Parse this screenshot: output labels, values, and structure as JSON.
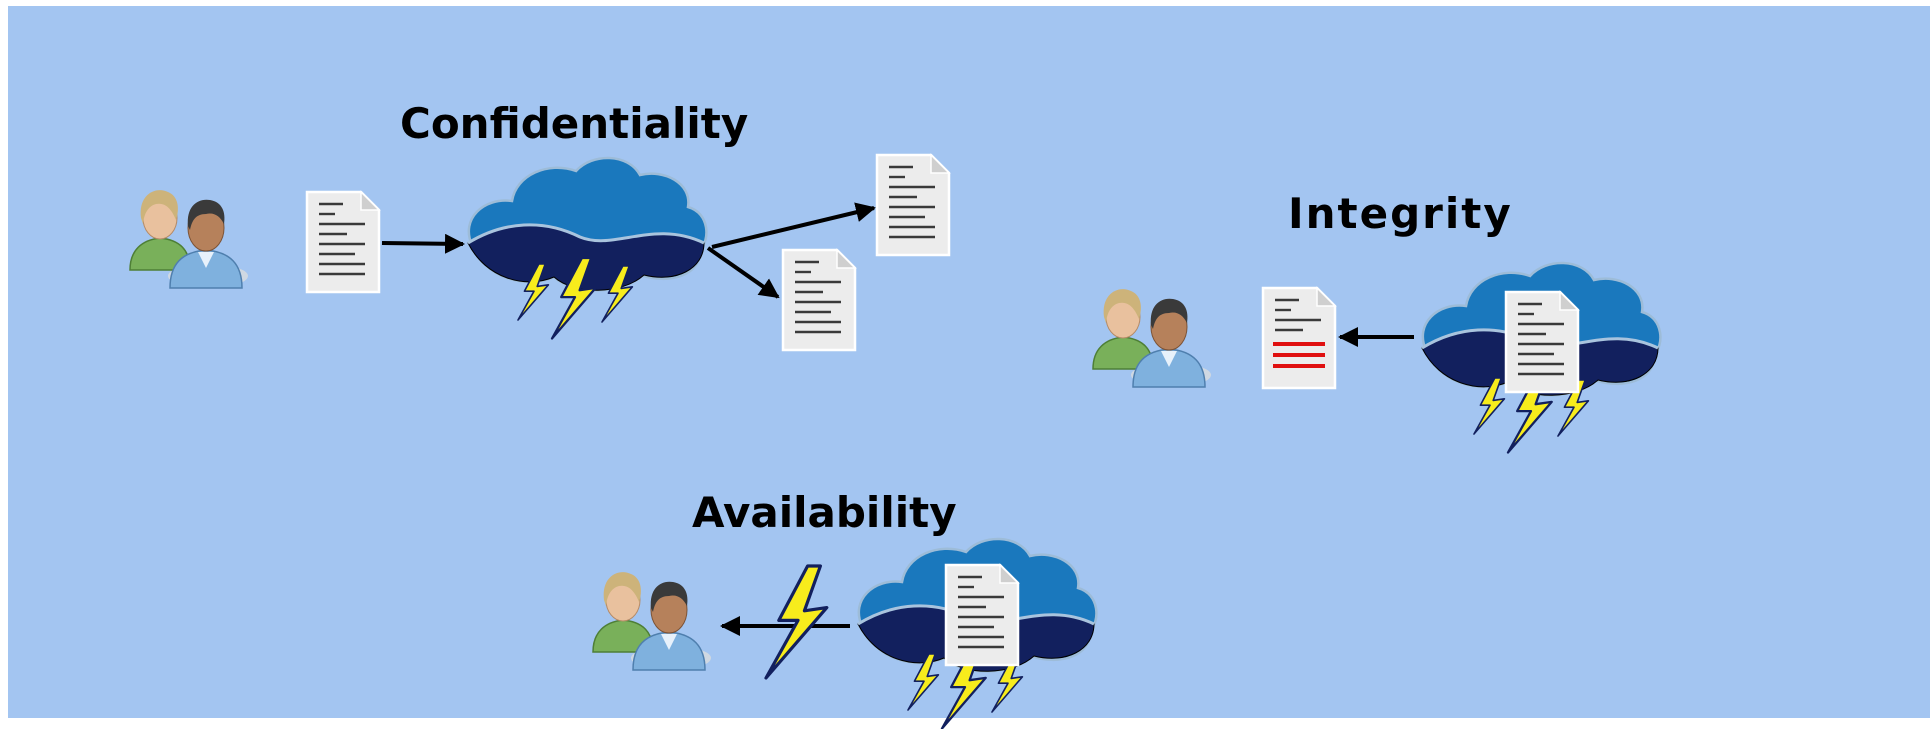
{
  "diagram": {
    "background_color": "#a3c5f1",
    "labels": {
      "confidentiality": "Confidentiality",
      "integrity": "Integrity",
      "availability": "Availability"
    }
  },
  "colors": {
    "cloud_top": "#1a78bd",
    "cloud_bottom": "#12205e",
    "lightning": "#f7ec1c",
    "document_paper": "#eeeeee",
    "document_lines": "#3a3a3a",
    "tampered_lines": "#e01010",
    "arrow": "#000000"
  },
  "icons": {
    "users": "two-people-icon",
    "document": "document-icon",
    "tampered_document": "tampered-document-icon",
    "cloud": "storm-cloud-icon",
    "lightning": "lightning-bolt-icon",
    "arrow": "arrow-icon"
  }
}
